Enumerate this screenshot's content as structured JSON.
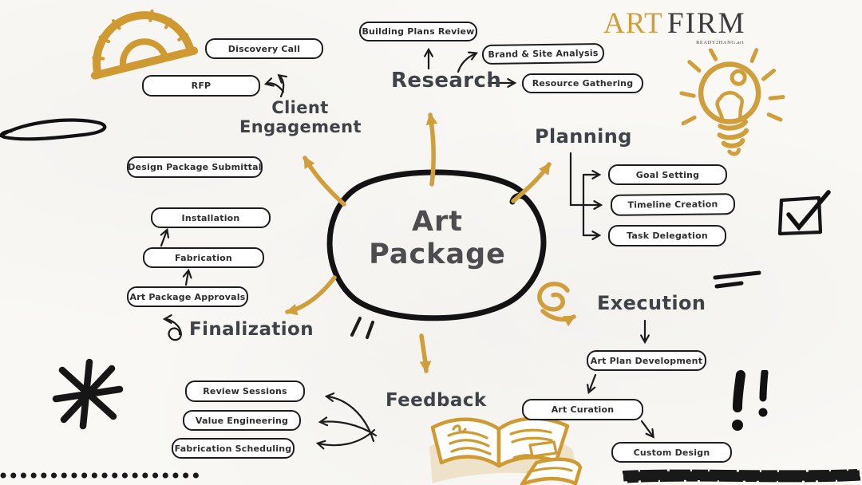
{
  "palette": {
    "gold": "#d09e3a",
    "ink": "#1c1c1c",
    "heading_gray": "#3f4347",
    "paper": "#f9f8f5"
  },
  "logo": {
    "art": "ART",
    "firm": "FIRM",
    "tagline": "READY2HANG.art"
  },
  "center": {
    "line1": "Art",
    "line2": "Package"
  },
  "branches": {
    "research": {
      "label": "Research",
      "children": [
        "Building Plans Review",
        "Brand & Site Analysis",
        "Resource Gathering"
      ]
    },
    "client_engagement": {
      "label": "Client Engagement",
      "children": [
        "Discovery Call",
        "RFP",
        "Design Package Submittal"
      ]
    },
    "planning": {
      "label": "Planning",
      "children": [
        "Goal Setting",
        "Timeline Creation",
        "Task Delegation"
      ]
    },
    "execution": {
      "label": "Execution",
      "children": [
        "Art Plan Development",
        "Art Curation",
        "Custom Design"
      ]
    },
    "feedback": {
      "label": "Feedback",
      "children": [
        "Review Sessions",
        "Value Engineering",
        "Fabrication Scheduling"
      ]
    },
    "finalization": {
      "label": "Finalization",
      "children": [
        "Art Package Approvals",
        "Fabrication",
        "Installation"
      ]
    }
  },
  "decorations": [
    "protractor-icon",
    "swirl-line",
    "lightbulb-icon",
    "checkbox-icon",
    "double-lines",
    "asterisk-icon",
    "exclamation-marks",
    "open-book-icon",
    "dotted-line",
    "marker-scribble"
  ]
}
